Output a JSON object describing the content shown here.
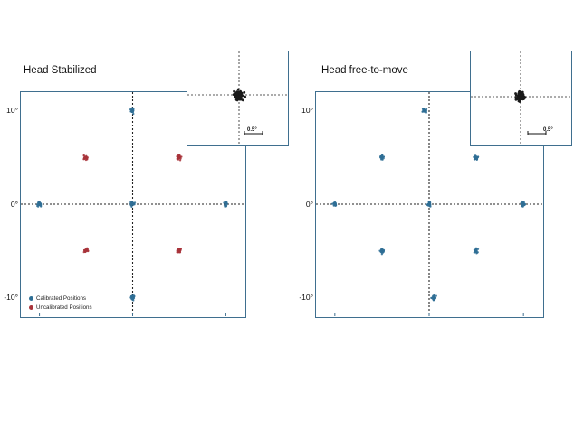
{
  "colors": {
    "frame": "#3f6f8f",
    "calibrated": "#2f6f95",
    "uncalibrated": "#a8333a",
    "inset_points": "#1a1a1a"
  },
  "y_ticks": [
    "10°",
    "0°",
    "-10°"
  ],
  "legend": {
    "calibrated": "Calibrated Positions",
    "uncalibrated": "Uncalibrated Positions"
  },
  "inset_scale_label": "0.5°",
  "chart_data": [
    {
      "type": "scatter",
      "title": "Head Stabilized",
      "xlim": [
        -12,
        12
      ],
      "ylim": [
        -12,
        12
      ],
      "grid": false,
      "legend_position": "bottom-left",
      "series": [
        {
          "name": "Calibrated Positions",
          "color": "#2f6f95",
          "clusters": [
            [
              0,
              10
            ],
            [
              -10,
              0
            ],
            [
              0,
              0
            ],
            [
              10,
              0
            ],
            [
              0,
              -10
            ]
          ]
        },
        {
          "name": "Uncalibrated Positions",
          "color": "#a8333a",
          "clusters": [
            [
              -5,
              5
            ],
            [
              5,
              5
            ],
            [
              -5,
              -5
            ],
            [
              5,
              -5
            ]
          ]
        }
      ]
    },
    {
      "type": "scatter",
      "title": "Head free-to-move",
      "xlim": [
        -12,
        12
      ],
      "ylim": [
        -12,
        12
      ],
      "grid": false,
      "series": [
        {
          "color": "#2f6f95",
          "clusters": [
            [
              -0.5,
              10
            ],
            [
              -5,
              5
            ],
            [
              5,
              5
            ],
            [
              -10,
              0
            ],
            [
              0,
              0
            ],
            [
              10,
              0
            ],
            [
              -5,
              -5
            ],
            [
              5,
              -5
            ],
            [
              0.5,
              -10
            ]
          ]
        }
      ]
    }
  ]
}
